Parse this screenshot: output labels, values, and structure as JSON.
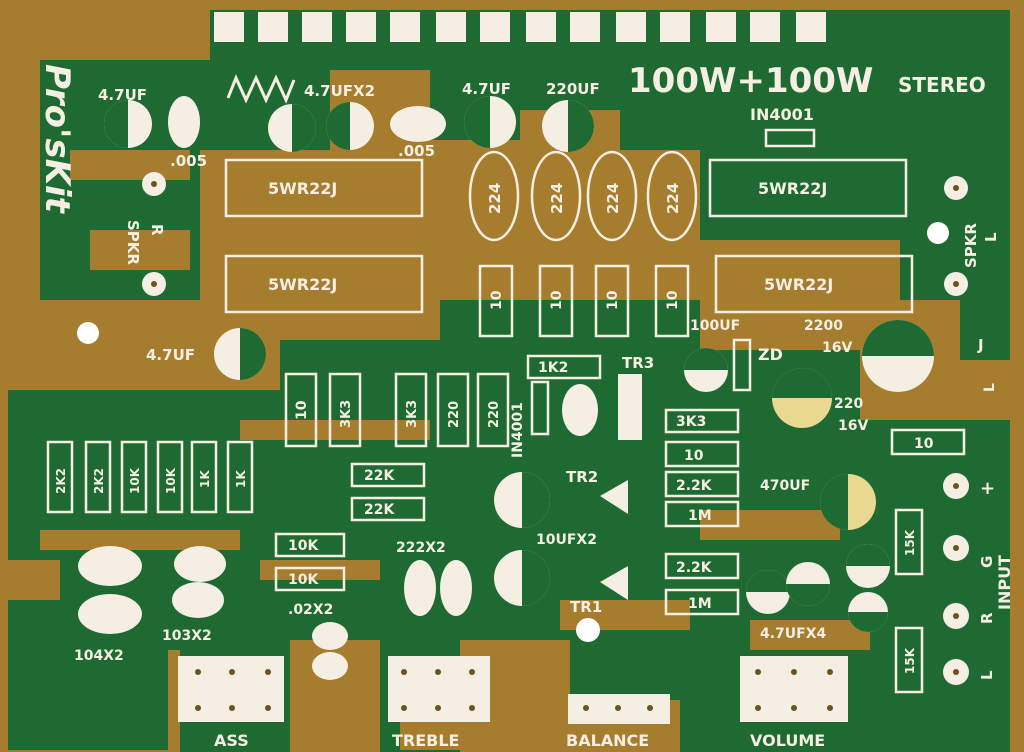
{
  "image": {
    "subject": "Stereo power amplifier printed circuit board",
    "colors": {
      "board": "#a67c2e",
      "copper": "#1f6a32",
      "copper_dark": "#164f25",
      "silkscreen": "#f4efe2",
      "drill": "#6b5320"
    }
  },
  "labels": {
    "title": "100W+100W",
    "stereo": "STEREO",
    "brand": "Pro'sKit",
    "in4001_top": "IN4001",
    "in4001_mid": "IN4001",
    "spkr_r": "SPKR",
    "spkr_r_side": "R",
    "spkr_l": "SPKR",
    "spkr_l_side": "L",
    "input": "INPUT",
    "plus": "+",
    "g": "G",
    "r": "R",
    "l": "L",
    "j": "J",
    "l_top": "L",
    "zd": "ZD",
    "tr1": "TR1",
    "tr2": "TR2",
    "tr3": "TR3",
    "cap_47uf_a": "4.7UF",
    "cap_47ufx2": "4.7UFX2",
    "cap_47uf_b": "4.7UF",
    "cap_220uf": "220UF",
    "cap_005_a": ".005",
    "cap_005_b": ".005",
    "cap_47uf_c": "4.7UF",
    "cap_100uf": "100UF",
    "cap_2200": "2200",
    "cap_16v_a": "16V",
    "cap_220": "220",
    "cap_16v_b": "16V",
    "cap_470uf": "470UF",
    "cap_10ufx2": "10UFX2",
    "cap_47ufx4": "4.7UFX4",
    "cap_222x2": "222X2",
    "cap_02x2": ".02X2",
    "cap_103x2": "103X2",
    "cap_104x2": "104X2",
    "res_5wr_1": "5WR22J",
    "res_5wr_2": "5WR22J",
    "res_5wr_3": "5WR22J",
    "res_5wr_4": "5WR22J",
    "c224_1": "224",
    "c224_2": "224",
    "c224_3": "224",
    "c224_4": "224",
    "r10_1": "10",
    "r10_2": "10",
    "r10_3": "10",
    "r10_4": "10",
    "r10_5": "10",
    "r10_6": "10",
    "r10_7": "10",
    "r3k3_1": "3K3",
    "r3k3_2": "3K3",
    "r3k3_3": "3K3",
    "r220_1": "220",
    "r220_2": "220",
    "r1k2": "1K2",
    "r22k_1": "22K",
    "r22k_2": "22K",
    "r10k_1": "10K",
    "r10k_2": "10K",
    "r10k_3": "10K",
    "r10k_4": "10K",
    "r2k2_1": "2K2",
    "r2k2_2": "2K2",
    "r1k_1": "1K",
    "r1k_2": "1K",
    "r22_1": "2.2K",
    "r22_2": "2.2K",
    "r1m_1": "1M",
    "r1m_2": "1M",
    "r15k_1": "15K",
    "r15k_2": "15K",
    "bass": "ASS",
    "treble": "TREBLE",
    "balance": "BALANCE",
    "volume": "VOLUME"
  }
}
